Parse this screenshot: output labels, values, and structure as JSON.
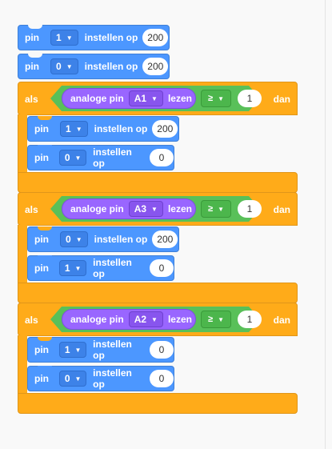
{
  "blocks": {
    "top1": {
      "pin_label": "pin",
      "pin": "1",
      "set_label": "instellen op",
      "value": "200"
    },
    "top2": {
      "pin_label": "pin",
      "pin": "0",
      "set_label": "instellen op",
      "value": "200"
    },
    "if1": {
      "if_label": "als",
      "then_label": "dan",
      "analog_label": "analoge pin",
      "analog_pin": "A1",
      "read_label": "lezen",
      "operator": "≥",
      "compare_value": "1",
      "body": [
        {
          "pin_label": "pin",
          "pin": "1",
          "set_label": "instellen op",
          "value": "200"
        },
        {
          "pin_label": "pin",
          "pin": "0",
          "set_label": "instellen op",
          "value": "0"
        }
      ]
    },
    "if2": {
      "if_label": "als",
      "then_label": "dan",
      "analog_label": "analoge pin",
      "analog_pin": "A3",
      "read_label": "lezen",
      "operator": "≥",
      "compare_value": "1",
      "body": [
        {
          "pin_label": "pin",
          "pin": "0",
          "set_label": "instellen op",
          "value": "200"
        },
        {
          "pin_label": "pin",
          "pin": "1",
          "set_label": "instellen op",
          "value": "0"
        }
      ]
    },
    "if3": {
      "if_label": "als",
      "then_label": "dan",
      "analog_label": "analoge pin",
      "analog_pin": "A2",
      "read_label": "lezen",
      "operator": "≥",
      "compare_value": "1",
      "body": [
        {
          "pin_label": "pin",
          "pin": "1",
          "set_label": "instellen op",
          "value": "0"
        },
        {
          "pin_label": "pin",
          "pin": "0",
          "set_label": "instellen op",
          "value": "0"
        }
      ]
    }
  },
  "colors": {
    "pin_block": "#4c97ff",
    "if_block": "#ffab19",
    "compare": "#59c059",
    "analog": "#9966ff"
  },
  "icons": {
    "dropdown": "caret-down-icon"
  }
}
